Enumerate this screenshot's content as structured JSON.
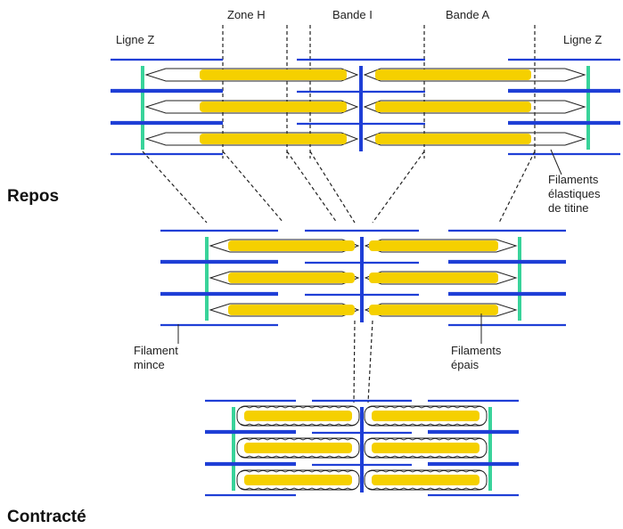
{
  "labels": {
    "ligne_z_left": "Ligne Z",
    "ligne_z_right": "Ligne Z",
    "zone_h": "Zone H",
    "bande_i": "Bande I",
    "bande_a": "Bande A",
    "repos": "Repos",
    "contracte": "Contracté",
    "filaments_elastiques": [
      "Filaments",
      "élastiques",
      "de titine"
    ],
    "filament_mince": [
      "Filament",
      "mince"
    ],
    "filaments_epais": [
      "Filaments",
      "épais"
    ]
  },
  "colors": {
    "thin_filament": "#1f3fd6",
    "z_line": "#39d39a",
    "thick_filament": "#f5d000",
    "outline": "#222222",
    "m_line": "#1f3fd6"
  },
  "states": [
    "Repos",
    "Contracté"
  ]
}
